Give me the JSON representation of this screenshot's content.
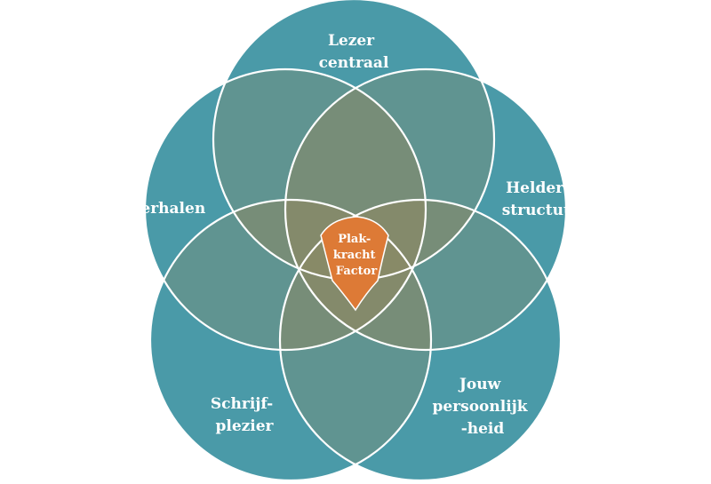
{
  "colors": {
    "background": "#ffffff",
    "circle_fill": "#4a9aa8",
    "overlap_tint": "#8a8a68",
    "outline": "#ffffff",
    "center_fill": "#dd7a36",
    "text": "#ffffff"
  },
  "petals": {
    "top": {
      "lines": [
        "Lezer",
        "centraal"
      ]
    },
    "upper_right": {
      "lines": [
        "Heldere",
        "structuur"
      ]
    },
    "lower_right": {
      "lines": [
        "Jouw",
        "persoonlijk",
        "-heid"
      ]
    },
    "lower_left": {
      "lines": [
        "Schrijf-",
        "plezier"
      ]
    },
    "upper_left": {
      "lines": [
        "Verhalen"
      ]
    }
  },
  "center": {
    "lines": [
      "Plak-",
      "kracht",
      "Factor"
    ]
  }
}
